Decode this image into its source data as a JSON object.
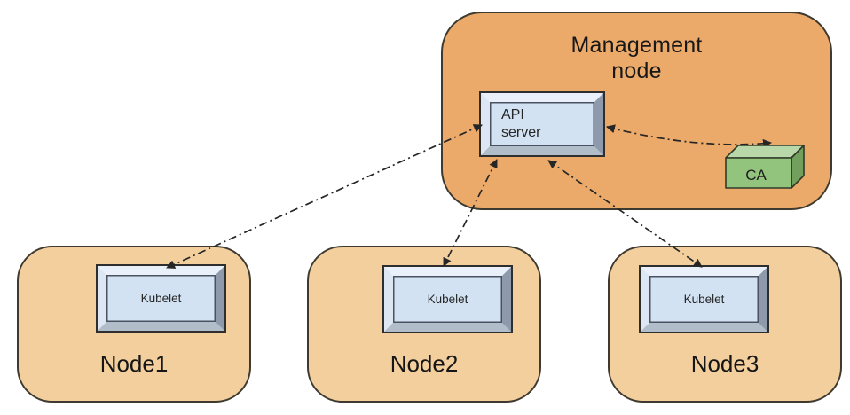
{
  "diagram": {
    "management_node": {
      "title_line1": "Management",
      "title_line2": "node",
      "api_server": {
        "label_line1": "API",
        "label_line2": "server"
      },
      "ca": {
        "label": "CA"
      }
    },
    "nodes": [
      {
        "label": "Node1",
        "component": "Kubelet"
      },
      {
        "label": "Node2",
        "component": "Kubelet"
      },
      {
        "label": "Node3",
        "component": "Kubelet"
      }
    ],
    "connections": [
      {
        "from": "API server",
        "to": "Kubelet (Node1)",
        "style": "dash-dot",
        "bidirectional": true
      },
      {
        "from": "API server",
        "to": "Kubelet (Node2)",
        "style": "dash-dot",
        "bidirectional": true
      },
      {
        "from": "API server",
        "to": "Kubelet (Node3)",
        "style": "dash-dot",
        "bidirectional": true
      },
      {
        "from": "API server",
        "to": "CA",
        "style": "dash-dot",
        "bidirectional": true
      }
    ],
    "colors": {
      "management_fill": "#ebaa69",
      "node_fill": "#f3cf9e",
      "container_border": "#3f3a30",
      "component_face": "#d2e2f2",
      "component_bevel_light": "#eaf0f9",
      "component_bevel_dark": "#8e9aab",
      "ca_front": "#93c47d",
      "ca_top": "#b9d8a9",
      "ca_side": "#729f5b",
      "arrow": "#262626"
    }
  }
}
